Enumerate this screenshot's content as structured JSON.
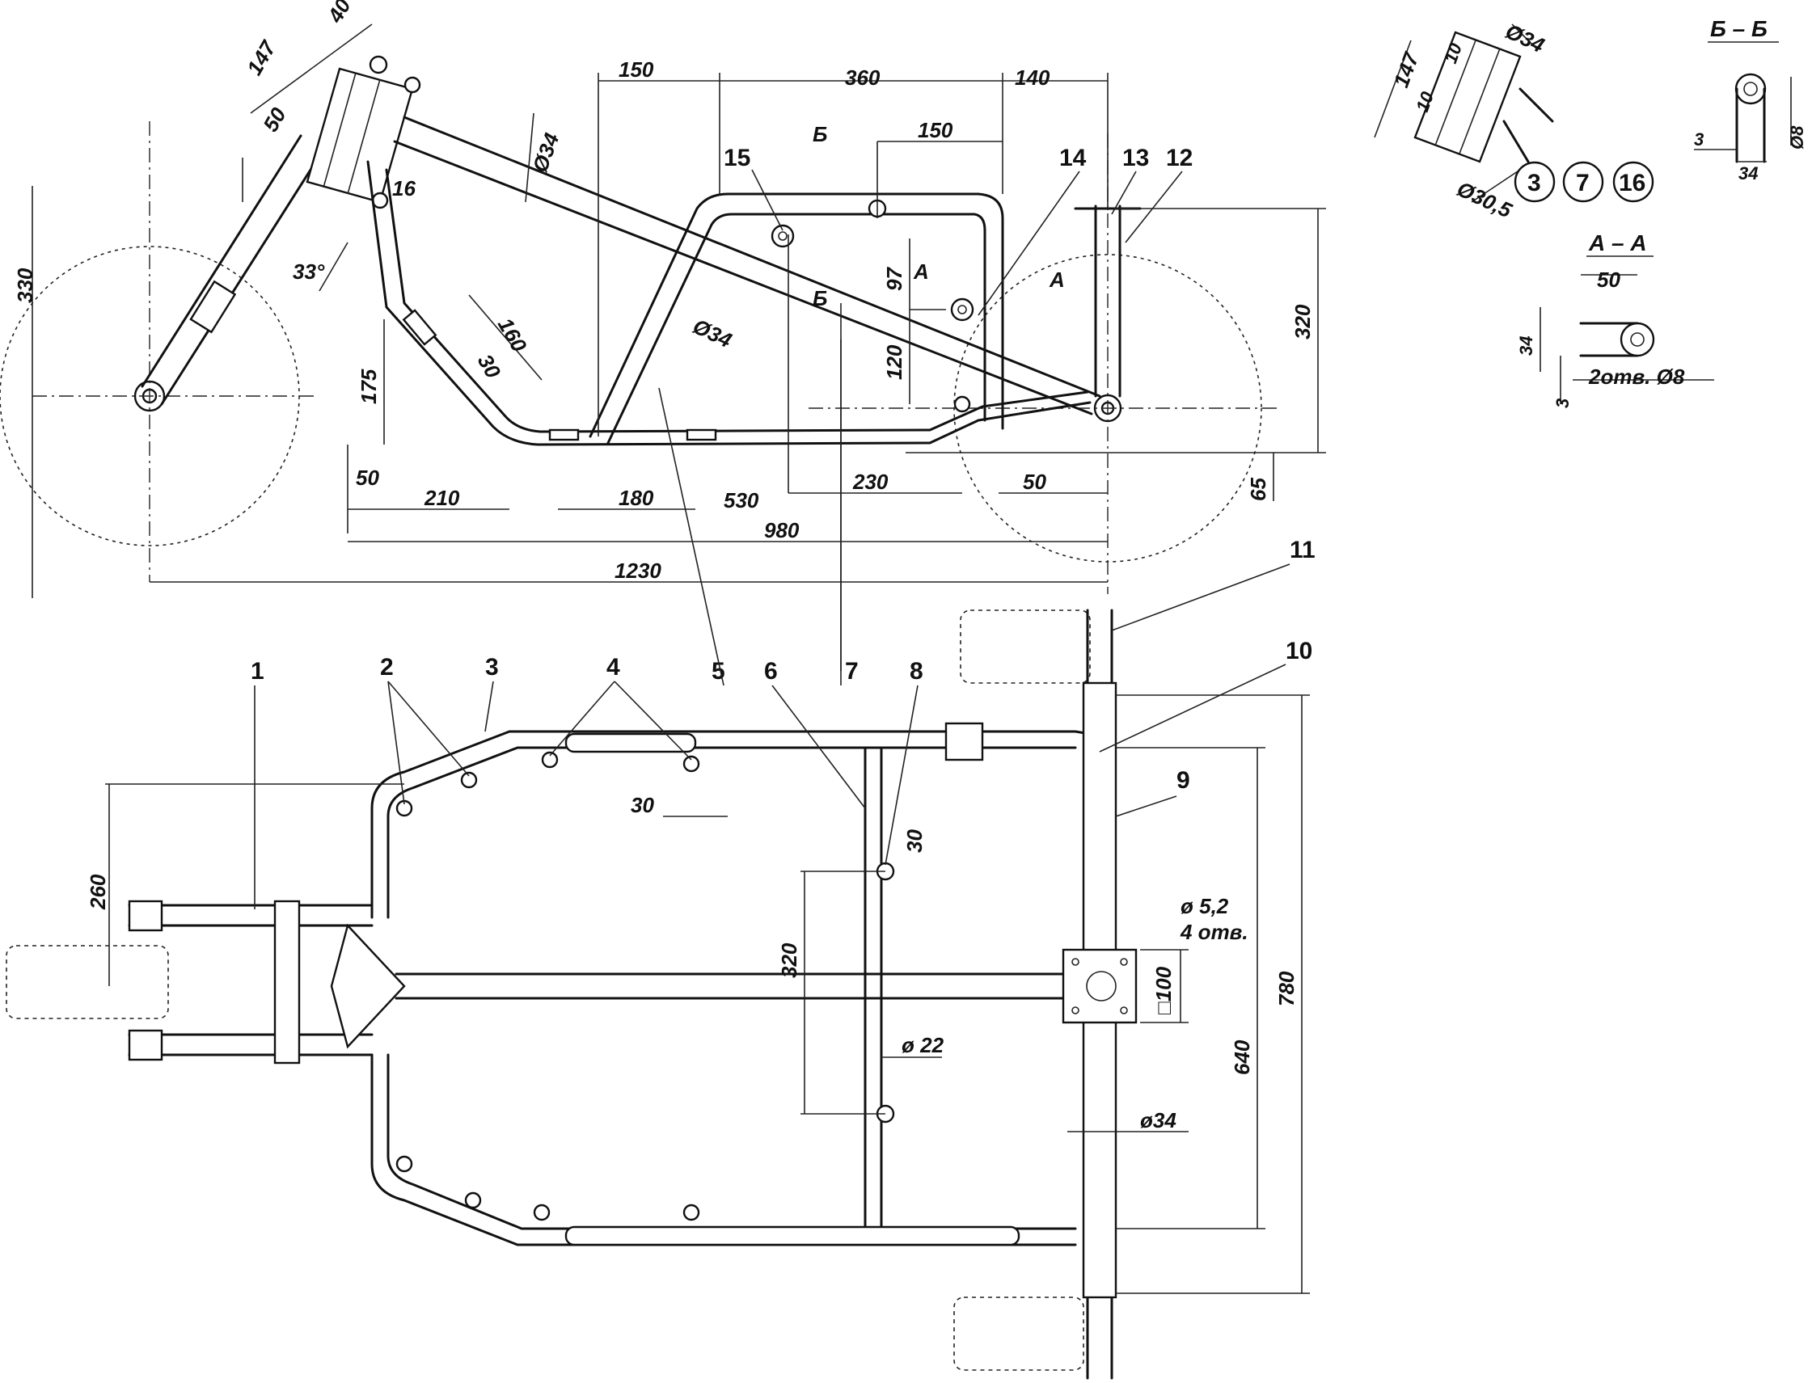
{
  "side_view": {
    "dims": {
      "d147": "147",
      "d40": "40",
      "d50": "50",
      "d330": "330",
      "angle33": "33°",
      "d34_top": "Ø34",
      "d16": "16",
      "d150_top": "150",
      "d360": "360",
      "d140": "140",
      "d150_inner": "150",
      "d97": "97",
      "d120": "120",
      "d320": "320",
      "d175": "175",
      "d160": "160",
      "d30": "30",
      "d34_mid": "Ø34",
      "d50_bl": "50",
      "d210": "210",
      "d180": "180",
      "d530": "530",
      "d230": "230",
      "d50_br": "50",
      "d65": "65",
      "d980": "980",
      "d1230": "1230",
      "cutA": "A",
      "cutB": "Б"
    }
  },
  "top_view": {
    "dims": {
      "d260": "260",
      "d30_a": "30",
      "d30_b": "30",
      "d320": "320",
      "d22": "ø 22",
      "d5_2": "ø 5,2",
      "holes4": "4 отв.",
      "sq100": "□100",
      "d34": "ø34",
      "d640": "640",
      "d780": "780"
    }
  },
  "callouts": [
    "1",
    "2",
    "3",
    "4",
    "5",
    "6",
    "7",
    "8",
    "9",
    "10",
    "11",
    "12",
    "13",
    "14",
    "15",
    "16"
  ],
  "detail_head": {
    "d147": "147",
    "d10a": "10",
    "d10b": "10",
    "d34": "Ø34",
    "d30_5": "Ø30,5",
    "circles": [
      "3",
      "7",
      "16"
    ]
  },
  "section_bb": {
    "title": "Б – Б",
    "d3": "3",
    "d34": "34",
    "d8": "Ø8"
  },
  "section_aa": {
    "title": "А – А",
    "d50": "50",
    "d34": "34",
    "d3": "3",
    "holes": "2отв. Ø8"
  }
}
